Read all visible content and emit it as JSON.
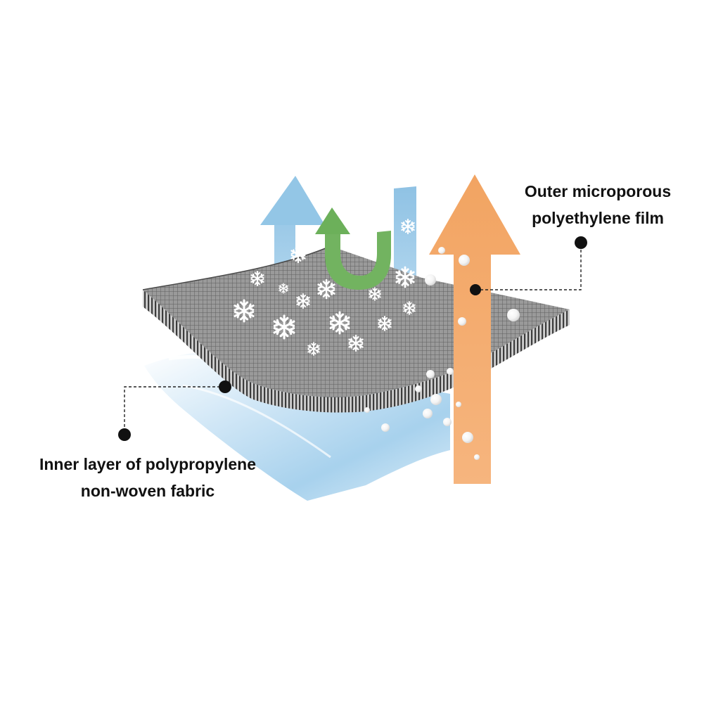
{
  "labels": {
    "outer": {
      "line1": "Outer microporous",
      "line2": "polyethylene film"
    },
    "inner": {
      "line1": "Inner layer of polypropylene",
      "line2": "non-woven fabric"
    }
  },
  "colors": {
    "background": "#ffffff",
    "blue_arrow": "#9fcbe6",
    "green_arrow": "#72b360",
    "orange_arrow": "#f3a867",
    "film_gray": "#8a8a8a",
    "fabric_blue": "#a8d2ee",
    "callout": "#111111"
  },
  "icons": [
    "snowflake-icon",
    "water-droplet-icon",
    "callout-dot-icon"
  ]
}
